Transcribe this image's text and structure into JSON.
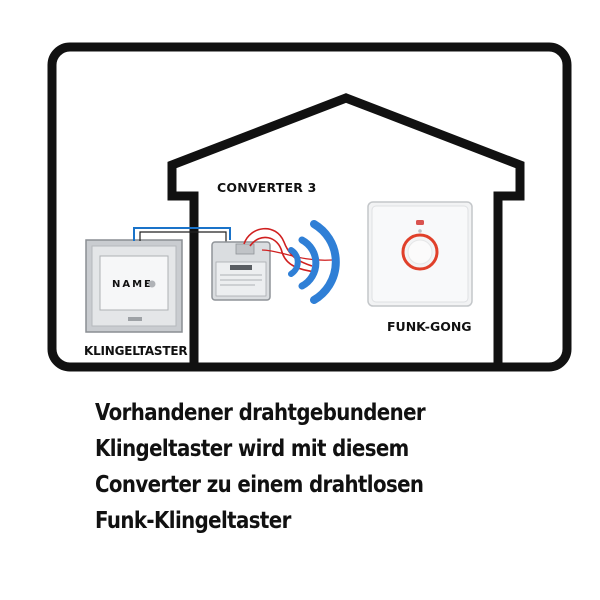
{
  "labels": {
    "converter": "CONVERTER 3",
    "bell_push": "KLINGELTASTER",
    "chime": "FUNK-GONG",
    "nameplate": "NAME"
  },
  "caption": [
    "Vorhandener drahtgebundener",
    "Klingeltaster wird mit diesem",
    "Converter zu einem drahtlosen",
    "Funk-Klingeltaster"
  ],
  "colors": {
    "outline": "#111111",
    "radio_waves": "#2f7fd6",
    "wires_red": "#d02020",
    "wire_blue": "#1a73c9",
    "chime_ring": "#e0402a"
  },
  "icons": [
    "house-outline",
    "bell-push-device",
    "converter-module",
    "radio-waves-icon",
    "wireless-chime-device"
  ]
}
